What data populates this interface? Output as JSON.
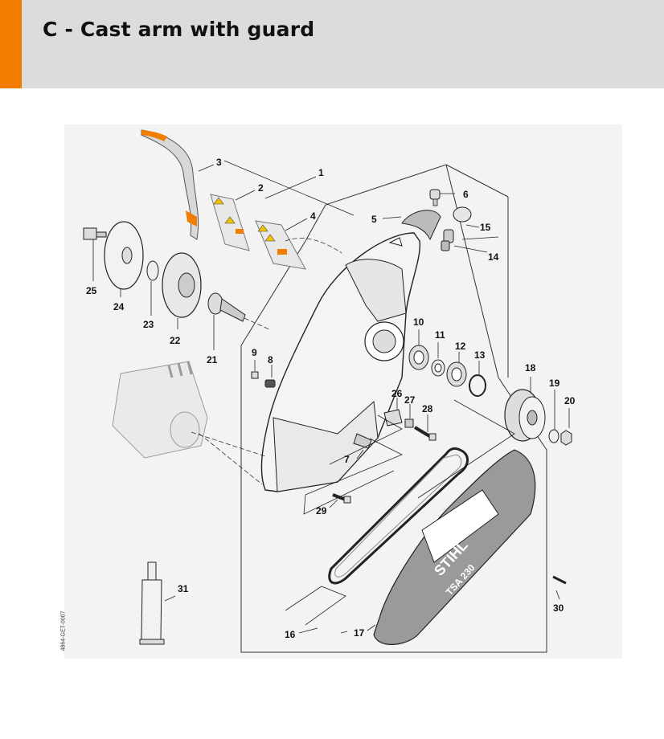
{
  "header": {
    "title": "C - Cast arm with guard"
  },
  "diagram": {
    "reference_code": "4864-GET-0007",
    "callouts": {
      "c1": "1",
      "c2": "2",
      "c3": "3",
      "c4": "4",
      "c5": "5",
      "c6": "6",
      "c7": "7",
      "c8": "8",
      "c9": "9",
      "c10": "10",
      "c11": "11",
      "c12": "12",
      "c13": "13",
      "c14": "14",
      "c15": "15",
      "c16": "16",
      "c17": "17",
      "c18": "18",
      "c19": "19",
      "c20": "20",
      "c21": "21",
      "c22": "22",
      "c23": "23",
      "c24": "24",
      "c25": "25",
      "c26": "26",
      "c27": "27",
      "c28": "28",
      "c29": "29",
      "c30": "30",
      "c31": "31"
    },
    "brand_mark": "STIHL",
    "model_mark": "TSA 230",
    "colors": {
      "accent": "#f07d00",
      "header_bg": "#dcdcdc",
      "line": "#222222"
    }
  }
}
